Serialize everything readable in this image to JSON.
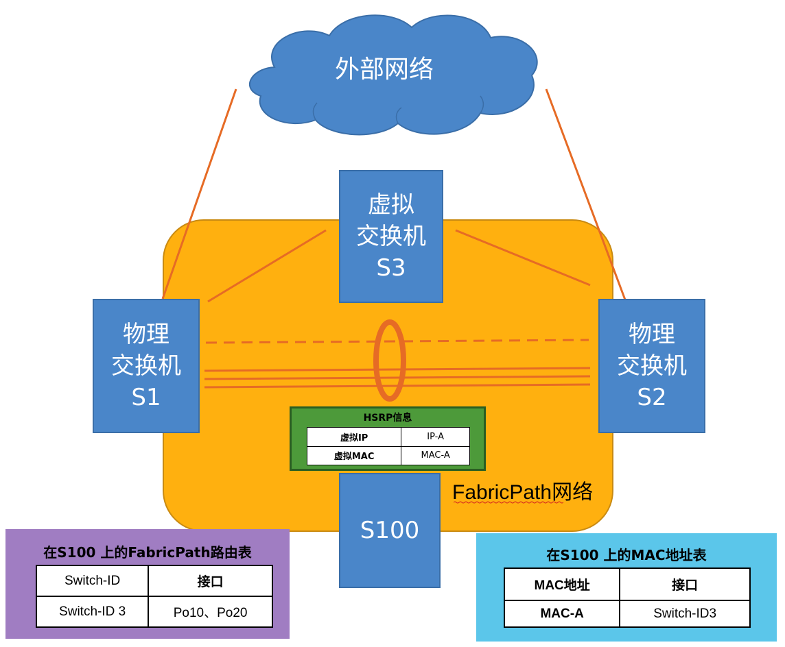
{
  "cloud": {
    "label": "外部网络"
  },
  "switches": {
    "s3": {
      "line1": "虚拟",
      "line2": "交换机",
      "line3": "S3"
    },
    "s1": {
      "line1": "物理",
      "line2": "交换机",
      "line3": "S1"
    },
    "s2": {
      "line1": "物理",
      "line2": "交换机",
      "line3": "S2"
    },
    "s100": {
      "label": "S100"
    }
  },
  "hsrp": {
    "title": "HSRP信息",
    "rows": [
      {
        "key": "虚拟IP",
        "value": "IP-A"
      },
      {
        "key": "虚拟MAC",
        "value": "MAC-A"
      }
    ]
  },
  "fabric": {
    "label": "FabricPath网络"
  },
  "route_table": {
    "title": "在S100 上的FabricPath路由表",
    "headers": [
      "Switch-ID",
      "接口"
    ],
    "rows": [
      [
        "Switch-ID 3",
        "Po10、Po20"
      ]
    ]
  },
  "mac_table": {
    "title": "在S100 上的MAC地址表",
    "headers": [
      "MAC地址",
      "接口"
    ],
    "rows": [
      [
        "MAC-A",
        "Switch-ID3"
      ]
    ]
  },
  "colors": {
    "cloud": "#4a86c9",
    "switch": "#4a86c9",
    "fabric": "#ffb00f",
    "link": "#e66b25",
    "hsrp_panel": "#4d9a3a",
    "route_panel": "#a07dc2",
    "mac_panel": "#5bc6ea"
  }
}
